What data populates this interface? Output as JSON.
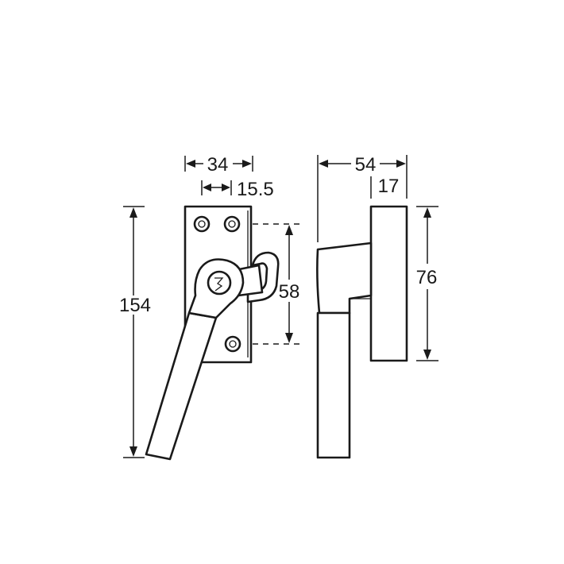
{
  "dimensions": {
    "front_width": "34",
    "screw_spacing": "15.5",
    "total_height": "154",
    "hook_spacing": "58",
    "side_depth": "54",
    "plate_depth": "17",
    "plate_height": "76"
  },
  "colors": {
    "line": "#1a1a1a",
    "background": "#ffffff"
  }
}
